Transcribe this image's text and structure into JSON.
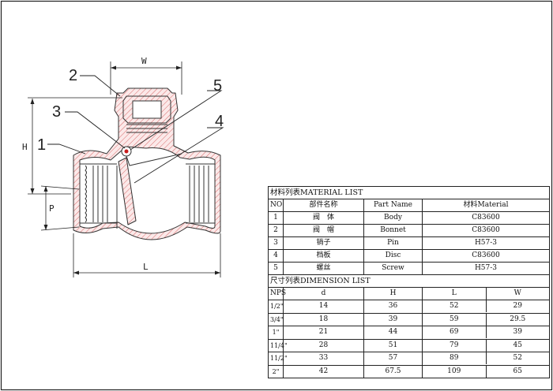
{
  "callouts": {
    "c1": "1",
    "c2": "2",
    "c3": "3",
    "c4": "4",
    "c5": "5"
  },
  "dims": {
    "w": "W",
    "h": "H",
    "p": "P",
    "l": "L"
  },
  "material": {
    "title": "材料列表MATERIAL LIST",
    "headers": [
      "NO",
      "部件名称",
      "Part Name",
      "材料Material"
    ],
    "rows": [
      [
        "1",
        "阀　体",
        "Body",
        "C83600"
      ],
      [
        "2",
        "阀　帽",
        "Bonnet",
        "C83600"
      ],
      [
        "3",
        "销子",
        "Pin",
        "H57-3"
      ],
      [
        "4",
        "档板",
        "Disc",
        "C83600"
      ],
      [
        "5",
        "螺丝",
        "Screw",
        "H57-3"
      ]
    ]
  },
  "dimension": {
    "title": "尺寸列表DIMENSION LIST",
    "headers": [
      "NPS",
      "d",
      "H",
      "L",
      "W"
    ],
    "rows": [
      [
        "1/2\"",
        "14",
        "36",
        "52",
        "29"
      ],
      [
        "3/4\"",
        "18",
        "39",
        "59",
        "29.5"
      ],
      [
        "1\"",
        "21",
        "44",
        "69",
        "39"
      ],
      [
        "11/4\"",
        "28",
        "51",
        "79",
        "45"
      ],
      [
        "11/2\"",
        "33",
        "57",
        "89",
        "52"
      ],
      [
        "2\"",
        "42",
        "67.5",
        "109",
        "65"
      ]
    ]
  }
}
